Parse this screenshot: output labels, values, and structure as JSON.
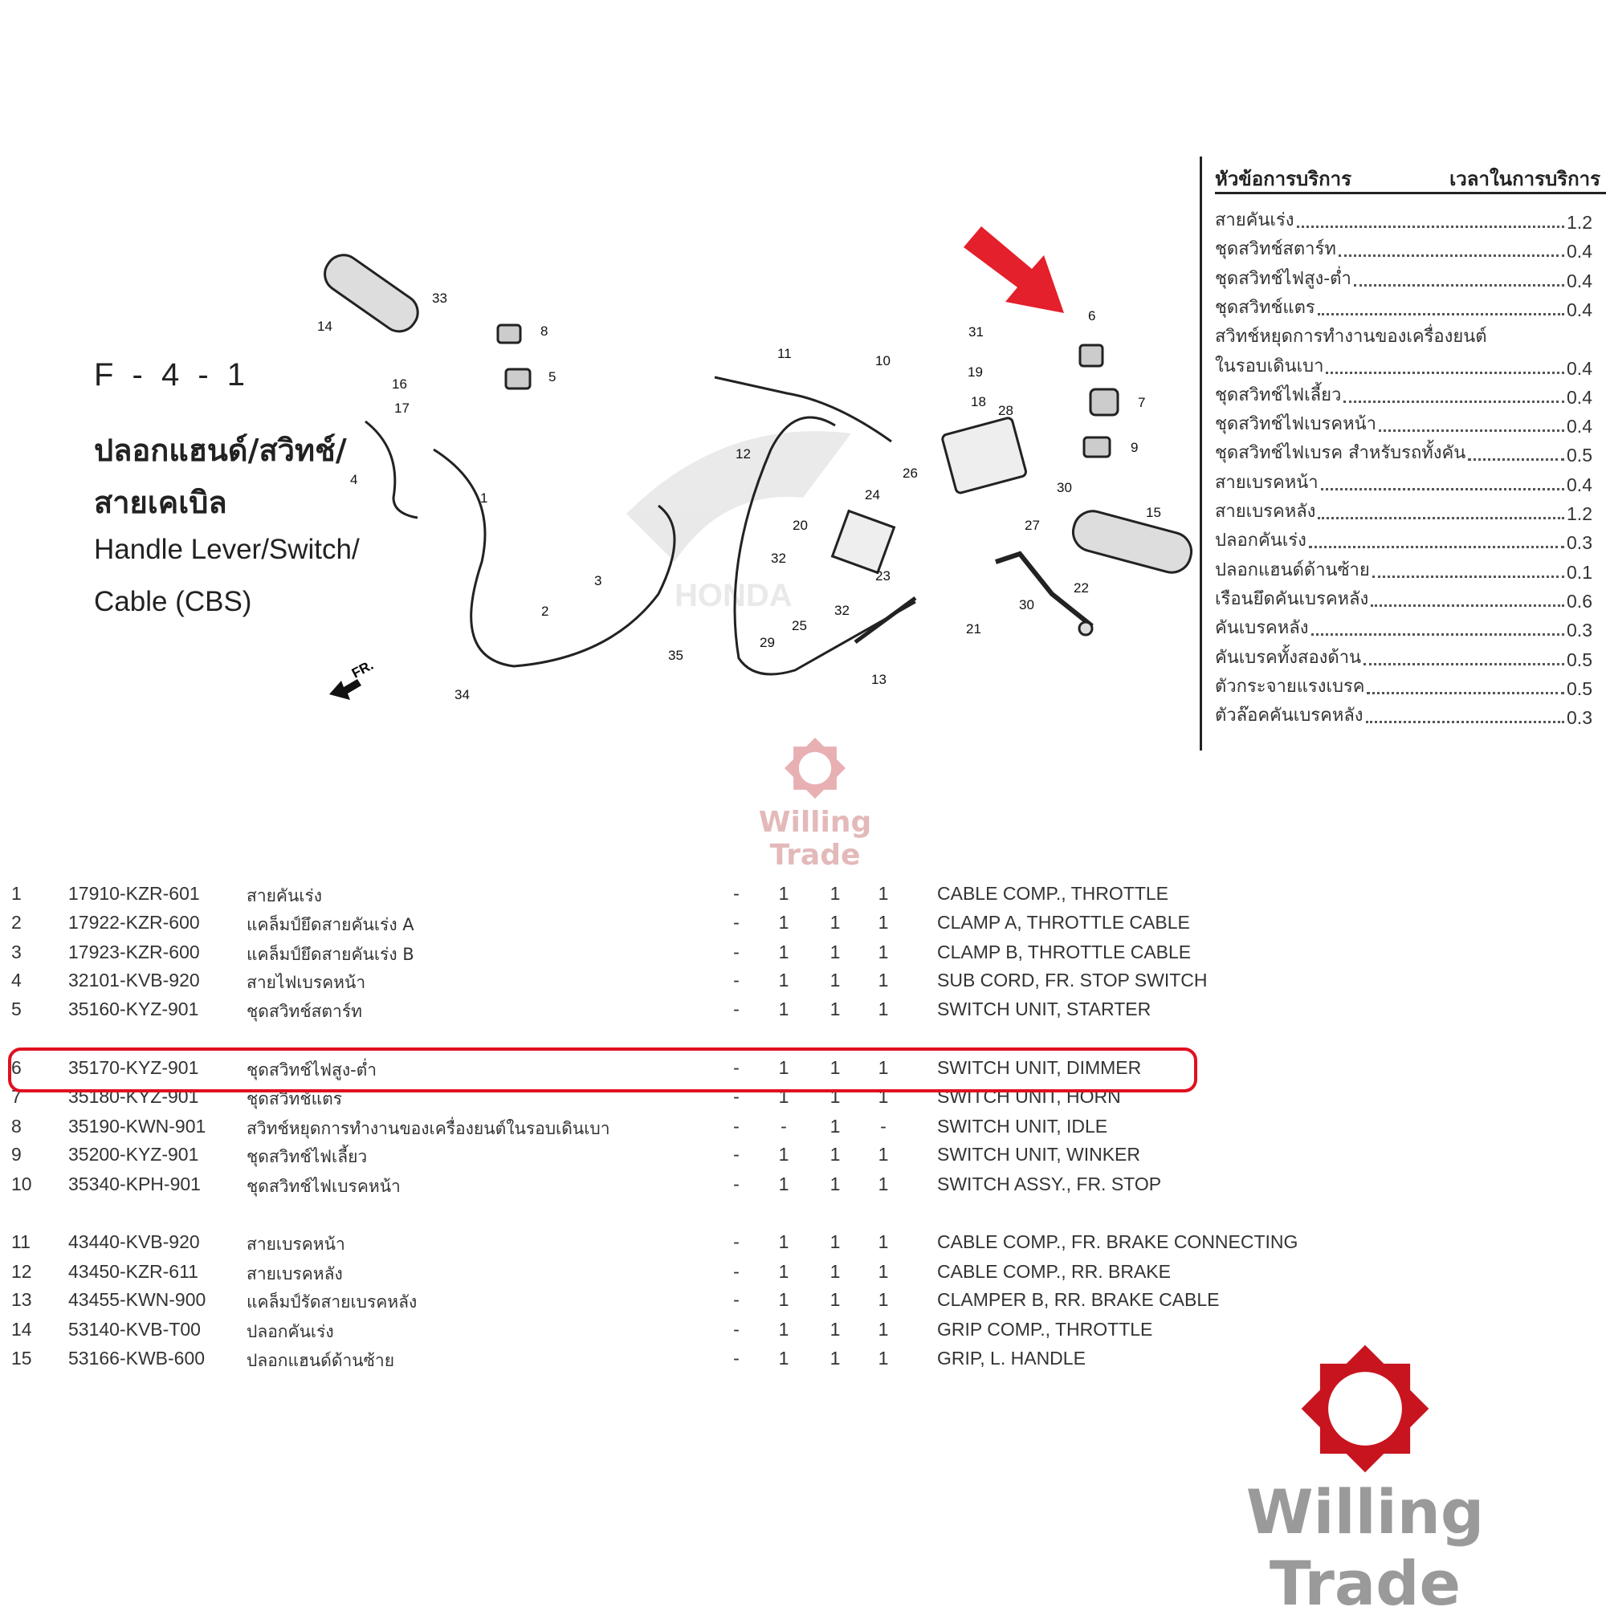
{
  "title": {
    "code": "F - 4 - 1",
    "thai_line1": "ปลอกแฮนด์/สวิทช์/",
    "thai_line2": "สายเคเบิล",
    "en_line1": "Handle Lever/Switch/",
    "en_line2": "Cable (CBS)"
  },
  "service_table": {
    "header_left": "หัวข้อการบริการ",
    "header_right": "เวลาในการบริการ",
    "rows": [
      {
        "name": "สายคันเร่ง",
        "time": "1.2"
      },
      {
        "name": "ชุดสวิทช์สตาร์ท",
        "time": "0.4"
      },
      {
        "name": "ชุดสวิทช์ไฟสูง-ต่ำ",
        "time": "0.4"
      },
      {
        "name": "ชุดสวิทช์แตร",
        "time": "0.4"
      },
      {
        "name": "สวิทช์หยุดการทำงานของเครื่องยนต์",
        "time": ""
      },
      {
        "name": "ในรอบเดินเบา",
        "time": "0.4"
      },
      {
        "name": "ชุดสวิทช์ไฟเลี้ยว",
        "time": "0.4"
      },
      {
        "name": "ชุดสวิทช์ไฟเบรคหน้า",
        "time": "0.4"
      },
      {
        "name": "ชุดสวิทช์ไฟเบรค สำหรับรถทั้งคัน",
        "time": "0.5"
      },
      {
        "name": "สายเบรคหน้า",
        "time": "0.4"
      },
      {
        "name": "สายเบรคหลัง",
        "time": "1.2"
      },
      {
        "name": "ปลอกคันเร่ง",
        "time": "0.3"
      },
      {
        "name": "ปลอกแฮนด์ด้านซ้าย",
        "time": "0.1"
      },
      {
        "name": "เรือนยึดคันเบรคหลัง",
        "time": "0.6"
      },
      {
        "name": "คันเบรคหลัง",
        "time": "0.3"
      },
      {
        "name": "คันเบรคทั้งสองด้าน",
        "time": "0.5"
      },
      {
        "name": "ตัวกระจายแรงเบรค",
        "time": "0.5"
      },
      {
        "name": "ตัวล๊อคคันเบรคหลัง",
        "time": "0.3"
      }
    ]
  },
  "diagram": {
    "front_label": "FR.",
    "callouts": {
      "c1": "1",
      "c2": "2",
      "c3": "3",
      "c4": "4",
      "c5": "5",
      "c6": "6",
      "c7": "7",
      "c8": "8",
      "c9": "9",
      "c10": "10",
      "c11": "11",
      "c12": "12",
      "c13": "13",
      "c14": "14",
      "c15": "15",
      "c16": "16",
      "c17": "17",
      "c18": "18",
      "c19": "19",
      "c20": "20",
      "c21": "21",
      "c22": "22",
      "c23": "23",
      "c24": "24",
      "c25": "25",
      "c26": "26",
      "c27": "27",
      "c28": "28",
      "c29": "29",
      "c30": "30",
      "c31": "31",
      "c32": "32",
      "c33": "33",
      "c34": "34",
      "c35": "35"
    },
    "highlight_color": "#e01020"
  },
  "parts": [
    {
      "no": "1",
      "part": "17910-KZR-601",
      "thai": "สายคันเร่ง",
      "q1": "-",
      "q2": "1",
      "q3": "1",
      "q4": "1",
      "en": "CABLE COMP., THROTTLE"
    },
    {
      "no": "2",
      "part": "17922-KZR-600",
      "thai": "แคล็มป์ยึดสายคันเร่ง A",
      "q1": "-",
      "q2": "1",
      "q3": "1",
      "q4": "1",
      "en": "CLAMP A, THROTTLE CABLE"
    },
    {
      "no": "3",
      "part": "17923-KZR-600",
      "thai": "แคล็มป์ยึดสายคันเร่ง B",
      "q1": "-",
      "q2": "1",
      "q3": "1",
      "q4": "1",
      "en": "CLAMP B, THROTTLE CABLE"
    },
    {
      "no": "4",
      "part": "32101-KVB-920",
      "thai": "สายไฟเบรคหน้า",
      "q1": "-",
      "q2": "1",
      "q3": "1",
      "q4": "1",
      "en": "SUB CORD, FR. STOP SWITCH"
    },
    {
      "no": "5",
      "part": "35160-KYZ-901",
      "thai": "ชุดสวิทช์สตาร์ท",
      "q1": "-",
      "q2": "1",
      "q3": "1",
      "q4": "1",
      "en": "SWITCH UNIT, STARTER"
    },
    {
      "no": "6",
      "part": "35170-KYZ-901",
      "thai": "ชุดสวิทช์ไฟสูง-ต่ำ",
      "q1": "-",
      "q2": "1",
      "q3": "1",
      "q4": "1",
      "en": "SWITCH UNIT, DIMMER"
    },
    {
      "no": "7",
      "part": "35180-KYZ-901",
      "thai": "ชุดสวิทช์แตร",
      "q1": "-",
      "q2": "1",
      "q3": "1",
      "q4": "1",
      "en": "SWITCH UNIT, HORN"
    },
    {
      "no": "8",
      "part": "35190-KWN-901",
      "thai": "สวิทช์หยุดการทำงานของเครื่องยนต์ในรอบเดินเบา",
      "q1": "-",
      "q2": "-",
      "q3": "1",
      "q4": "-",
      "en": "SWITCH UNIT, IDLE"
    },
    {
      "no": "9",
      "part": "35200-KYZ-901",
      "thai": "ชุดสวิทช์ไฟเลี้ยว",
      "q1": "-",
      "q2": "1",
      "q3": "1",
      "q4": "1",
      "en": "SWITCH UNIT, WINKER"
    },
    {
      "no": "10",
      "part": "35340-KPH-901",
      "thai": "ชุดสวิทช์ไฟเบรคหน้า",
      "q1": "-",
      "q2": "1",
      "q3": "1",
      "q4": "1",
      "en": "SWITCH ASSY., FR. STOP"
    },
    {
      "no": "11",
      "part": "43440-KVB-920",
      "thai": "สายเบรคหน้า",
      "q1": "-",
      "q2": "1",
      "q3": "1",
      "q4": "1",
      "en": "CABLE COMP., FR. BRAKE CONNECTING"
    },
    {
      "no": "12",
      "part": "43450-KZR-611",
      "thai": "สายเบรคหลัง",
      "q1": "-",
      "q2": "1",
      "q3": "1",
      "q4": "1",
      "en": "CABLE COMP., RR. BRAKE"
    },
    {
      "no": "13",
      "part": "43455-KWN-900",
      "thai": "แคล็มป์รัดสายเบรคหลัง",
      "q1": "-",
      "q2": "1",
      "q3": "1",
      "q4": "1",
      "en": "CLAMPER B, RR. BRAKE CABLE"
    },
    {
      "no": "14",
      "part": "53140-KVB-T00",
      "thai": "ปลอกคันเร่ง",
      "q1": "-",
      "q2": "1",
      "q3": "1",
      "q4": "1",
      "en": "GRIP COMP., THROTTLE"
    },
    {
      "no": "15",
      "part": "53166-KWB-600",
      "thai": "ปลอกแฮนด์ด้านซ้าย",
      "q1": "-",
      "q2": "1",
      "q3": "1",
      "q4": "1",
      "en": "GRIP, L. HANDLE"
    }
  ],
  "watermark": {
    "brand": "Willing Trade",
    "color": "#c8141e"
  }
}
